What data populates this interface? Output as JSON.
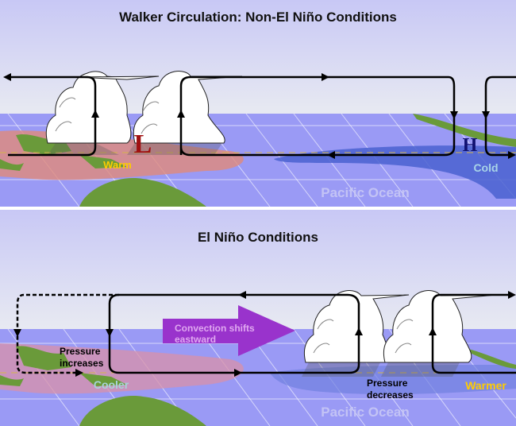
{
  "panels": [
    {
      "title": "Walker Circulation: Non-El Niño Conditions",
      "low_marker": "L",
      "high_marker": "H",
      "warm_label": "Warm",
      "cold_label": "Cold",
      "ocean_label": "Pacific Ocean"
    },
    {
      "title": "El Niño Conditions",
      "arrow_label_line1": "Convection shifts",
      "arrow_label_line2": "eastward",
      "pressure_increase_line1": "Pressure",
      "pressure_increase_line2": "increases",
      "pressure_decrease_line1": "Pressure",
      "pressure_decrease_line2": "decreases",
      "cooler_label": "Cooler",
      "warmer_label": "Warmer",
      "ocean_label": "Pacific Ocean"
    }
  ],
  "colors": {
    "sky_top": "#c8c8f5",
    "sky_bottom": "#e6e8f2",
    "ocean": "#9a9af5",
    "land": "#6a9a3a",
    "warm_pool": "#e08a7a",
    "cold_tongue": "#4a62d0",
    "low_marker": "#a01010",
    "high_marker": "#101070",
    "warm_text": "#ffcc00",
    "cold_text": "#a8d4e8",
    "convection_arrow": "#9933cc",
    "convection_text": "#e0a8f0"
  }
}
